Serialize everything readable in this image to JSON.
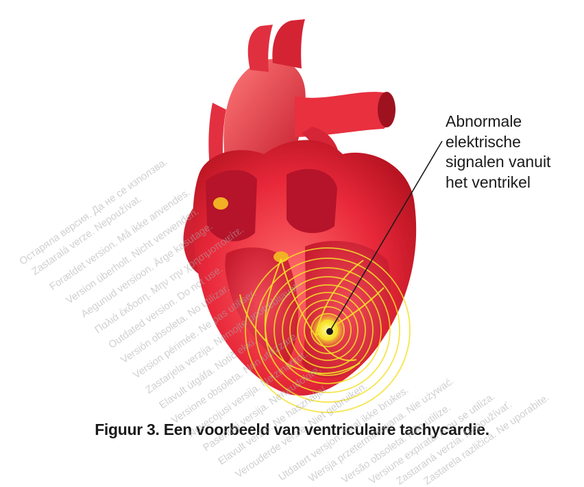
{
  "callout": {
    "lines": [
      "Abnormale",
      "elektrische",
      "signalen vanuit",
      "het ventrikel"
    ]
  },
  "caption": "Figuur 3. Een voorbeeld van ventriculaire tachycardie.",
  "watermark": [
    "Остаряла версия. Да не се използва.",
    "Zastaralá verze. Nepoužívat.",
    "Forældet version. Må ikke anvendes.",
    "Version überholt. Nicht verwenden.",
    "Aegunud versioon. Ärge kasutage.",
    "Παλιά έκδοση. Μην την χρησιμοποιείτε.",
    "Outdated version. Do not use.",
    "Versión obsoleta. No utilizar.",
    "Version périmée. Ne pas utiliser.",
    "Zastarjela verzija. Nemojte upotrebljavati.",
    "Elavult útgáfa. Notið ekki.",
    "Versione obsoleta. Non utilizzare.",
    "Novecojusi versija. Neizmantot.",
    "Pasenusi versija. Nenaudokite.",
    "Elavult verzió. Ne használja!",
    "Verouderde versie. Niet gebruiken.",
    "Utdatert versjon. Skal ikke brukes.",
    "Wersja przeterminowana. Nie używać.",
    "Versão obsoleta. Não utilize.",
    "Versiune expirată. A nu se utiliza.",
    "Zastaraná verzia. Nepoužívať.",
    "Zastarela različica. Ne uporabite."
  ],
  "colors": {
    "heart": "#e8283a",
    "signal": "#f5e12a",
    "text": "#1a1a1a"
  }
}
